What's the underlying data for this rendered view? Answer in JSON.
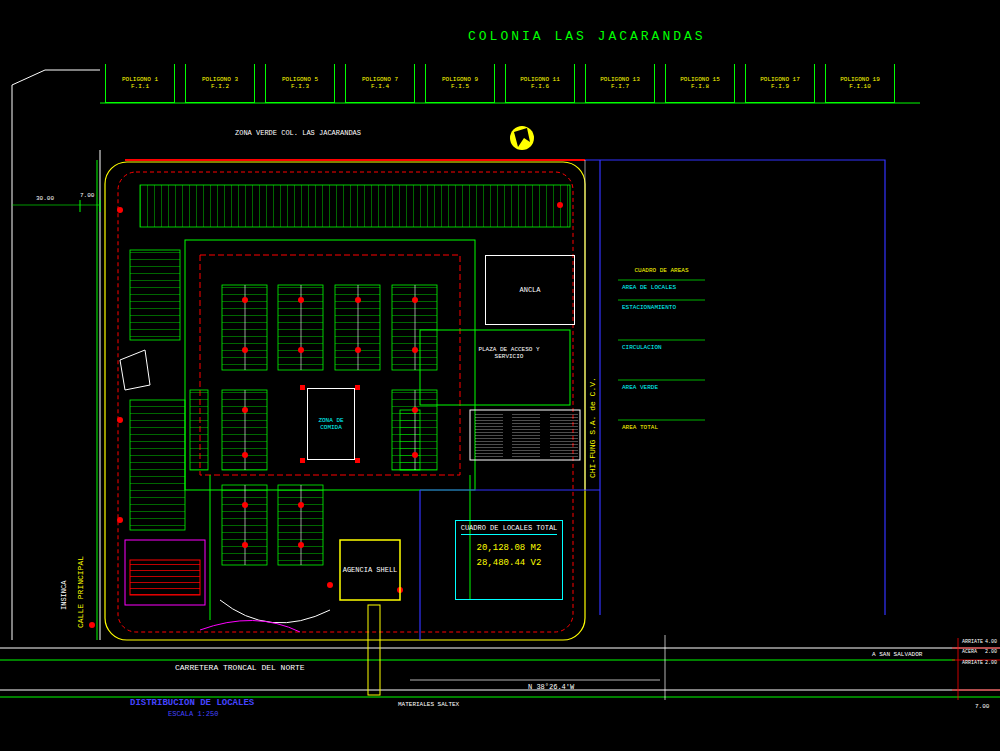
{
  "diagram": {
    "title": "COLONIA LAS JACARANDAS",
    "nodes": [
      {
        "text": [
          "POLIGONO 1",
          "F.I.1"
        ]
      },
      {
        "text": [
          "POLIGONO 3",
          "F.I.2"
        ]
      },
      {
        "text": [
          "POLIGONO 5",
          "F.I.3"
        ]
      },
      {
        "text": [
          "POLIGONO 7",
          "F.I.4"
        ]
      },
      {
        "text": [
          "POLIGONO 9",
          "F.I.5"
        ]
      },
      {
        "text": [
          "POLIGONO 11",
          "F.I.6"
        ]
      },
      {
        "text": [
          "POLIGONO 13",
          "F.I.7"
        ]
      },
      {
        "text": [
          "POLIGONO 15",
          "F.I.8"
        ]
      },
      {
        "text": [
          "POLIGONO 17",
          "F.I.9"
        ]
      },
      {
        "text": [
          "POLIGONO 19",
          "F.I.10"
        ]
      },
      {
        "text": [
          "ANCLA"
        ]
      },
      {
        "text": [
          "ZONA DE COMIDA"
        ]
      },
      {
        "text": [
          "AGENCIA SHELL"
        ]
      },
      {
        "text": [
          "CUADRO DE LOCALES TOTAL",
          "20,128.08 M2",
          "28,480.44 V2"
        ]
      },
      {
        "text": [
          "CUADRO DE AREAS"
        ]
      }
    ],
    "labels": [
      "ZONA VERDE COL. LAS JACARANDAS",
      "CALLE PRINCIPAL",
      "INSINCA",
      "CARRETERA TRONCAL DEL NORTE",
      "DISTRIBUCION DE LOCALES",
      "ESCALA 1:250",
      "CHI-FUNG S.A. de C.V.",
      "PLAZA DE ACCESO Y SERVICIO",
      "MATERIALES SALTEX",
      "N 38°26.4'W",
      "A SAN SALVADOR",
      "ARRIATE",
      "ACERA",
      "ARRIATE",
      "4.00",
      "2.00",
      "2.00",
      "7.00",
      "30.00",
      "7.00",
      "AREA DE LOCALES",
      "ESTACIONAMIENTO",
      "CIRCULACION",
      "AREA VERDE",
      "AREA TOTAL"
    ]
  }
}
